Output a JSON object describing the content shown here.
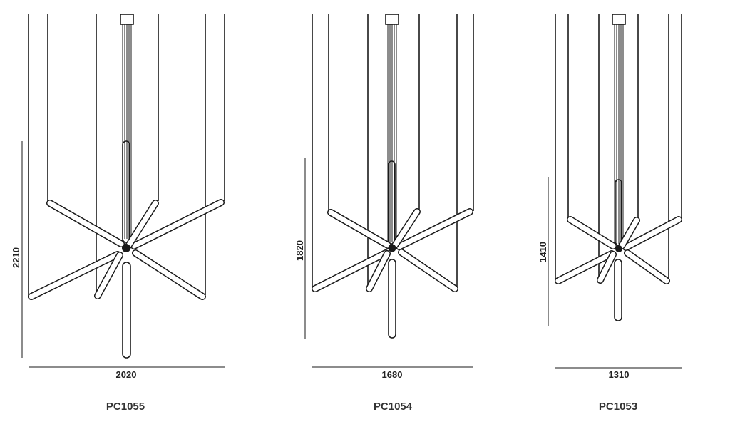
{
  "products": [
    {
      "model": "PC1055",
      "width_label": "2020",
      "height_label": "2210"
    },
    {
      "model": "PC1054",
      "width_label": "1680",
      "height_label": "1820"
    },
    {
      "model": "PC1053",
      "width_label": "1310",
      "height_label": "1410"
    }
  ],
  "colors": {
    "line": "#1a1a1a",
    "text": "#222222"
  }
}
